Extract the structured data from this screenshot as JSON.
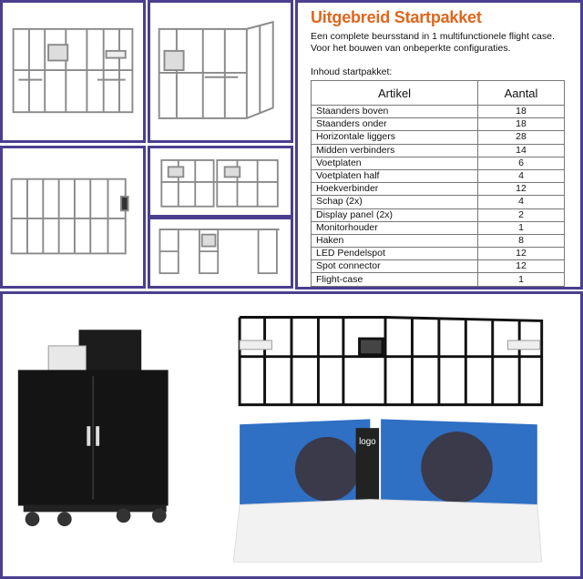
{
  "info": {
    "title": "Uitgebreid Startpakket",
    "description_line1": "Een complete beursstand in 1 multifunctionele flight case.",
    "description_line2": "Voor het bouwen van onbeperkte configuraties.",
    "contents_label": "Inhoud startpakket:",
    "table": {
      "headers": [
        "Artikel",
        "Aantal"
      ],
      "rows": [
        [
          "Staanders boven",
          "18"
        ],
        [
          "Staanders onder",
          "18"
        ],
        [
          "Horizontale liggers",
          "28"
        ],
        [
          "Midden verbinders",
          "14"
        ],
        [
          "Voetplaten",
          "6"
        ],
        [
          "Voetplaten half",
          "4"
        ],
        [
          "Hoekverbinder",
          "12"
        ],
        [
          "Schap (2x)",
          "4"
        ],
        [
          "Display panel (2x)",
          "2"
        ],
        [
          "Monitorhouder",
          "1"
        ],
        [
          "Haken",
          "8"
        ],
        [
          "LED Pendelspot",
          "12"
        ],
        [
          "Spot connector",
          "12"
        ],
        [
          "Flight-case",
          "1"
        ]
      ]
    }
  },
  "colors": {
    "border": "#4a3f8f",
    "title": "#e0661c",
    "case": "#141414",
    "backwall": "#2f6fc4"
  },
  "graphic": {
    "booth_logo_text": "logo"
  }
}
